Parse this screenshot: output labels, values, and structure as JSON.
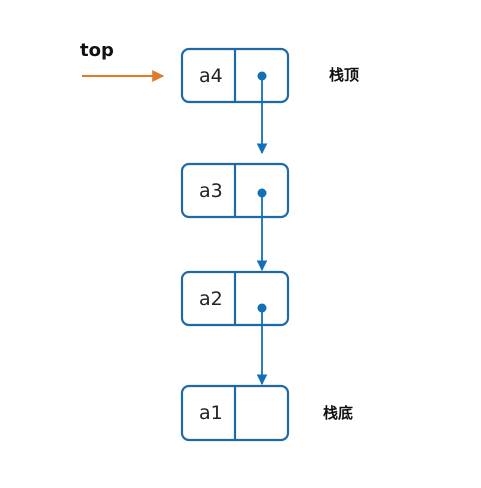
{
  "pointer_label": "top",
  "stack": {
    "top_label": "栈顶",
    "bottom_label": "栈底",
    "nodes": [
      {
        "label": "a4",
        "has_next": true
      },
      {
        "label": "a3",
        "has_next": true
      },
      {
        "label": "a2",
        "has_next": true
      },
      {
        "label": "a1",
        "has_next": false
      }
    ]
  },
  "colors": {
    "node_border": "#1f6aa6",
    "pointer": "#1170b8",
    "top_arrow": "#e07b2c"
  }
}
